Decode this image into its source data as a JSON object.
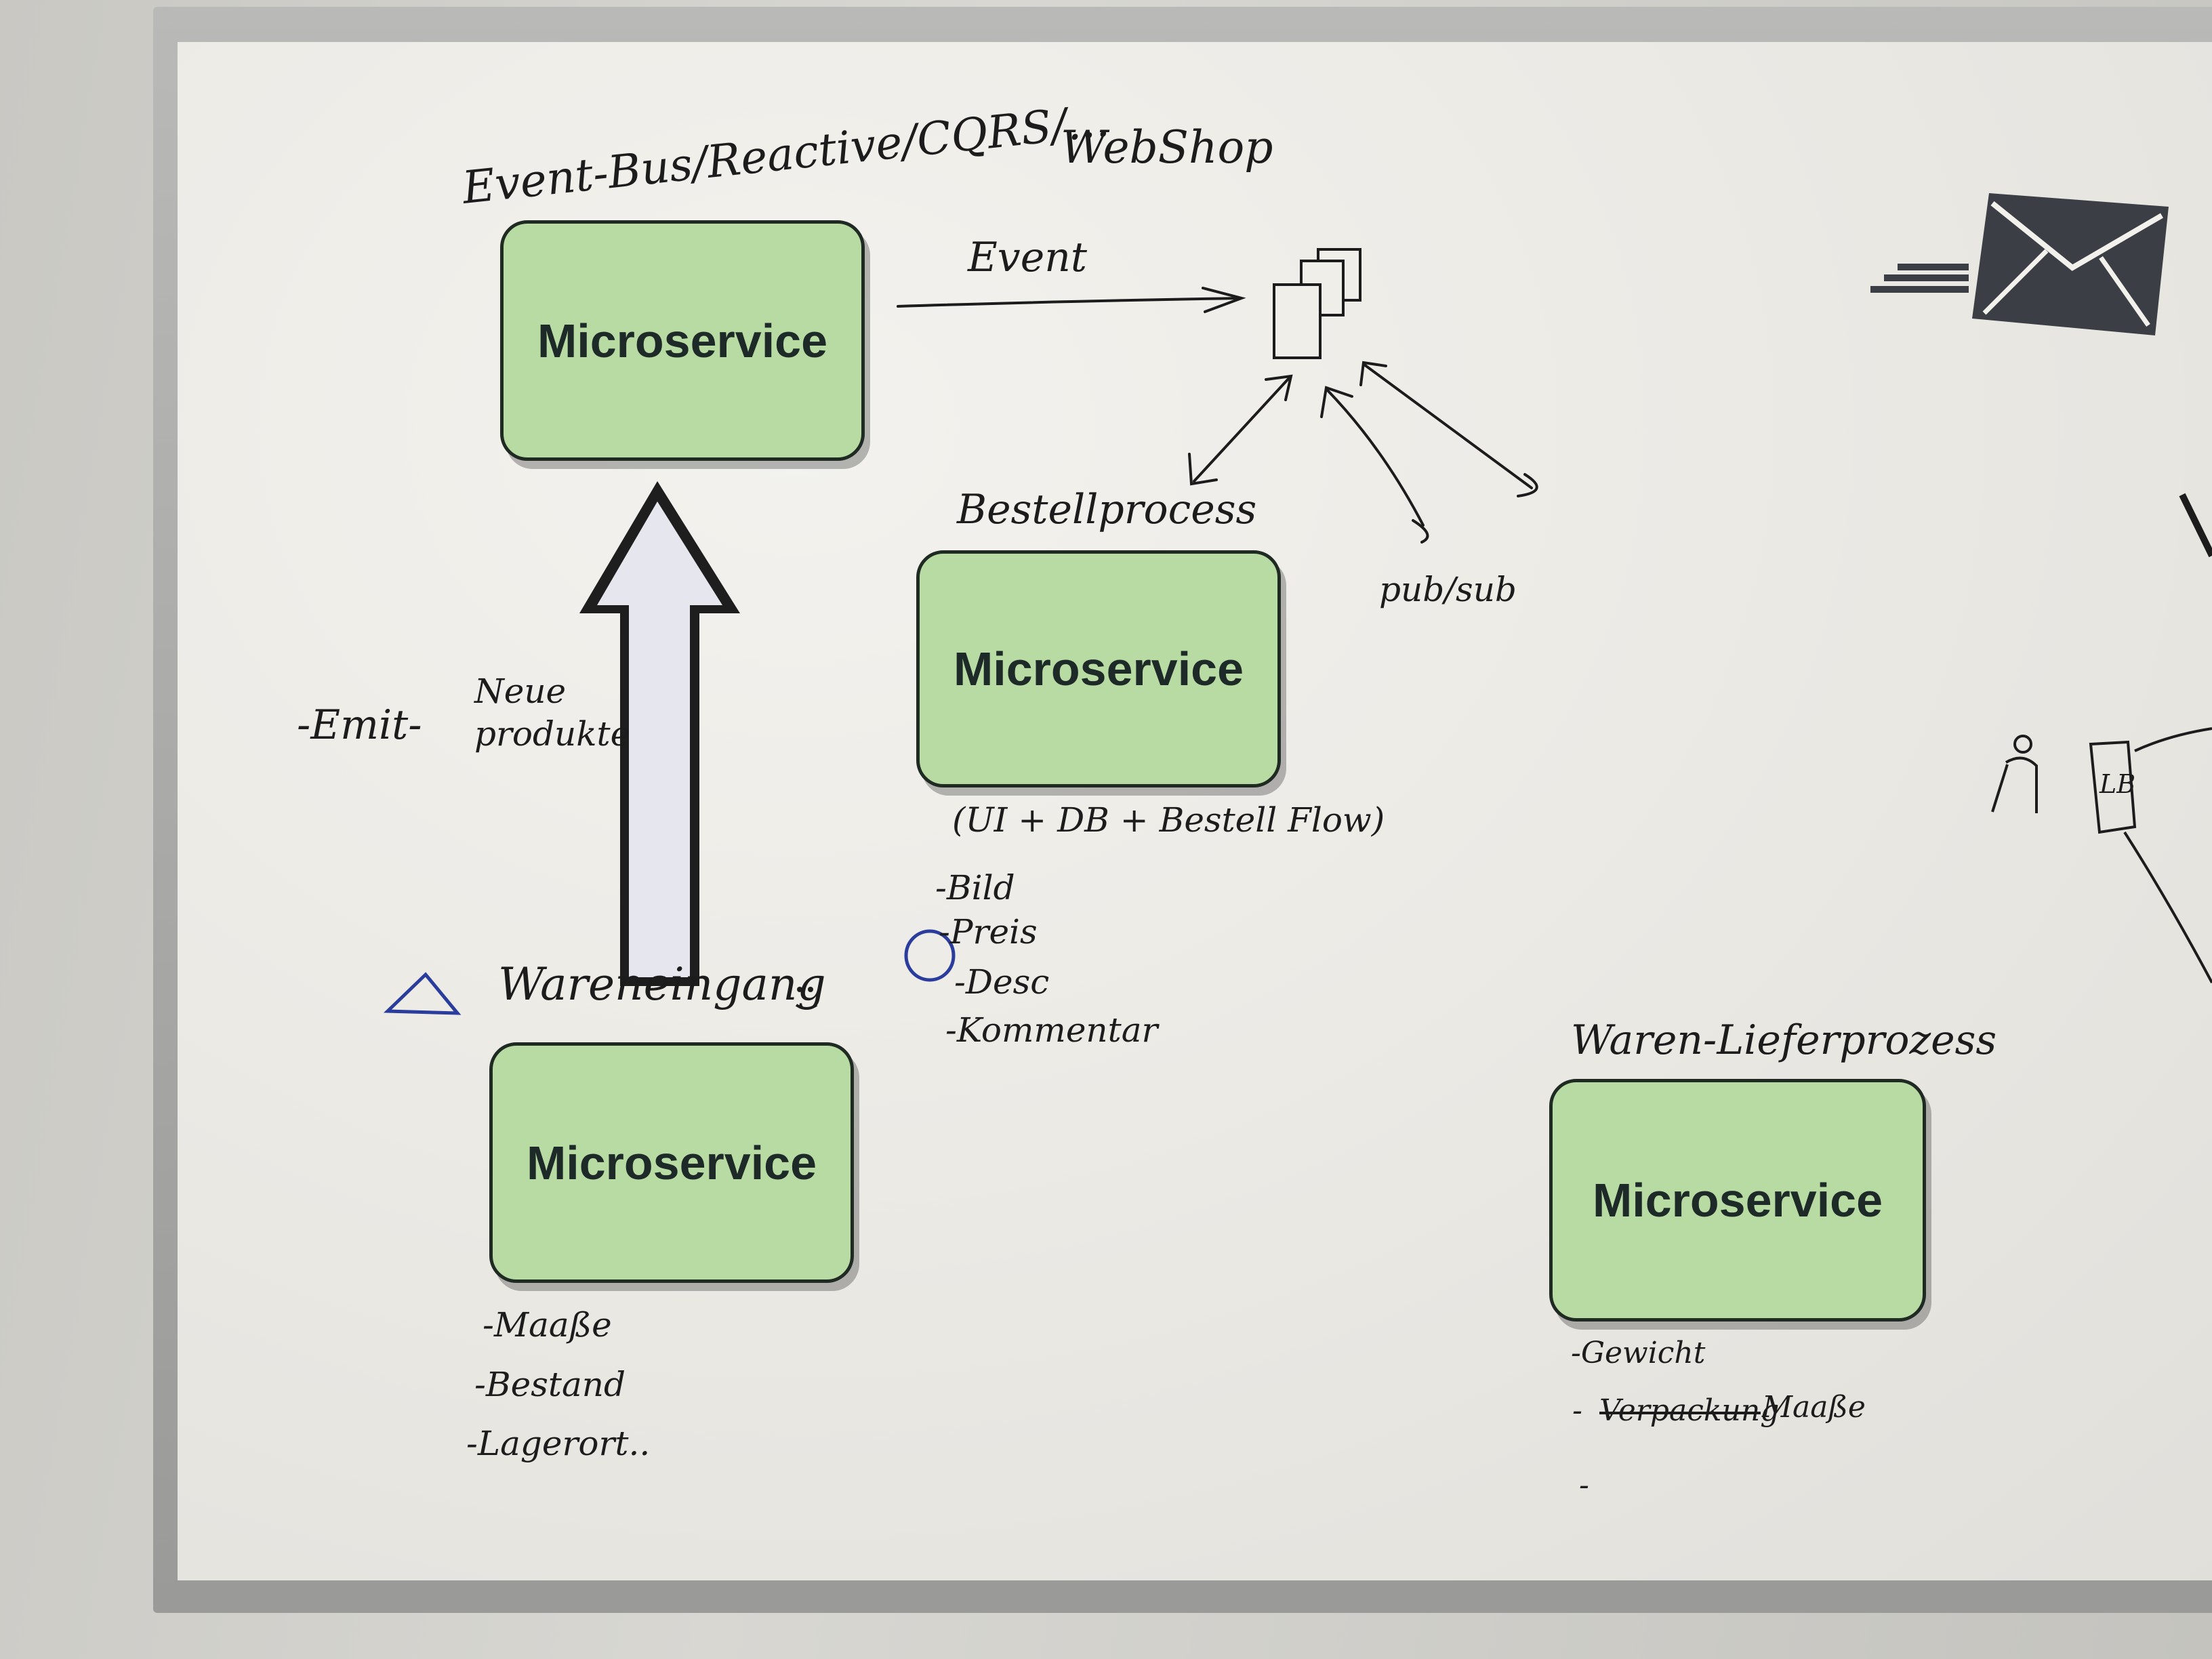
{
  "heading_left": "Event-Bus/Reactive/CQRS/...",
  "heading_right": "WebShop",
  "event_label": "Event",
  "bestell_label": "Bestellprocess",
  "pubsub_label": "pub/sub",
  "emit_label": "-Emit-",
  "neue_label": "Neue",
  "produkte_label": "produkte",
  "wareneingang_label": "Wareneingang",
  "waren_liefer_label": "Waren-Lieferprozess",
  "bestell_tech": "(UI + DB + Bestell Flow)",
  "microservice_label": "Microservice",
  "bestell_attributes": [
    "-Bild",
    "-Preis",
    "-Desc",
    "-Kommentar"
  ],
  "lager_attributes": [
    "-Maaße",
    "-Bestand",
    "-Lagerort.."
  ],
  "liefer_attributes": [
    "-Gewicht",
    "Verpackung",
    "Maaße",
    "-"
  ],
  "lb_label": "LB",
  "icons": [
    "envelope-icon",
    "document-stack-icon",
    "person-icon",
    "triangle-icon",
    "circle-icon",
    "up-arrow-icon"
  ]
}
